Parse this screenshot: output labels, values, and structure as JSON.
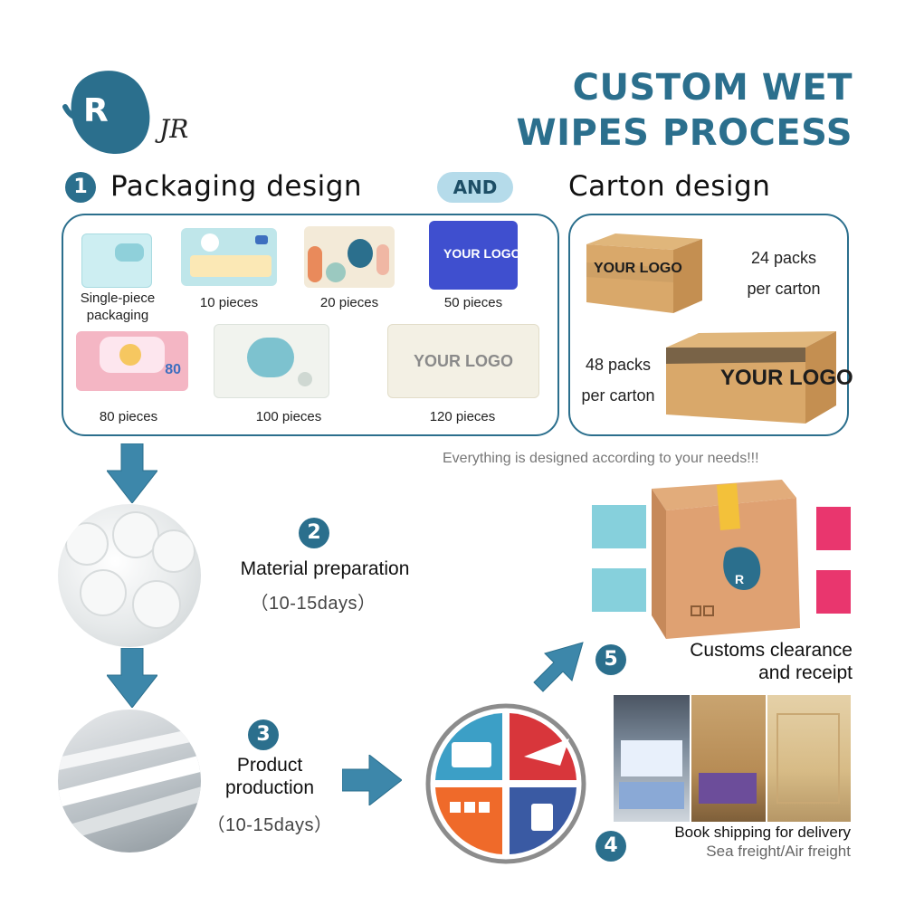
{
  "header": {
    "logo_letter": "R",
    "logo_script": "JR",
    "title_line1": "CUSTOM WET",
    "title_line2": "WIPES PROCESS"
  },
  "step1": {
    "number": "1",
    "packaging_heading": "Packaging design",
    "and_label": "AND",
    "carton_heading": "Carton design"
  },
  "packages": [
    {
      "caption": "Single-piece packaging",
      "color": "#cdeef2"
    },
    {
      "caption": "10 pieces",
      "color": "#bfe6ea"
    },
    {
      "caption": "20 pieces",
      "color": "#f3ead8"
    },
    {
      "caption": "50 pieces",
      "color": "#3f4fcf"
    },
    {
      "caption": "80 pieces",
      "color": "#f4b6c4"
    },
    {
      "caption": "100 pieces",
      "color": "#f1f3ee"
    },
    {
      "caption": "120 pieces",
      "color": "#f3f0e4"
    }
  ],
  "pack_texts": {
    "logo_50": "YOUR LOGO",
    "logo_120": "YOUR LOGO",
    "count_80": "80"
  },
  "cartons": {
    "small_logo": "YOUR LOGO",
    "small_caption_line1": "24 packs",
    "small_caption_line2": "per carton",
    "large_logo": "YOUR LOGO",
    "large_caption_line1": "48 packs",
    "large_caption_line2": "per carton"
  },
  "note": "Everything is designed according to your needs!!!",
  "step2": {
    "number": "2",
    "label": "Material preparation",
    "days": "（10-15days）"
  },
  "step3": {
    "number": "3",
    "label_line1": "Product",
    "label_line2": "production",
    "days": "（10-15days）"
  },
  "step4": {
    "number": "4",
    "label": "Book shipping for delivery",
    "sublabel": "Sea freight/Air freight"
  },
  "step5": {
    "number": "5",
    "label_line1": "Customs clearance",
    "label_line2": "and receipt",
    "box_letter": "R"
  },
  "colors": {
    "accent": "#2b6f8d",
    "arrow": "#3d87aa",
    "transport_blue": "#3c9fc6",
    "transport_red": "#d8363b",
    "transport_orange": "#ef6a2a",
    "transport_navy": "#3a5aa3"
  }
}
